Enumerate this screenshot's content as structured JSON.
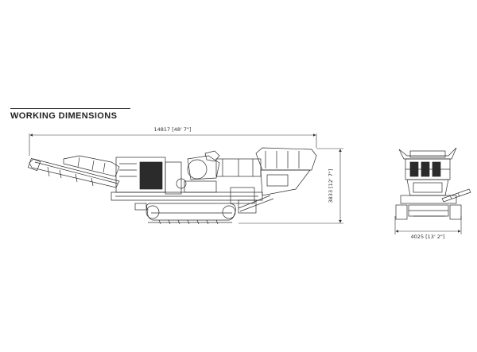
{
  "section": {
    "heading": "WORKING DIMENSIONS"
  },
  "dimensions": {
    "length": "14817 [48' 7\"]",
    "height": "3833 [12' 7\"]",
    "width": "4025 [13' 2\"]"
  },
  "colors": {
    "line": "#2b2b2b",
    "background": "#ffffff"
  }
}
